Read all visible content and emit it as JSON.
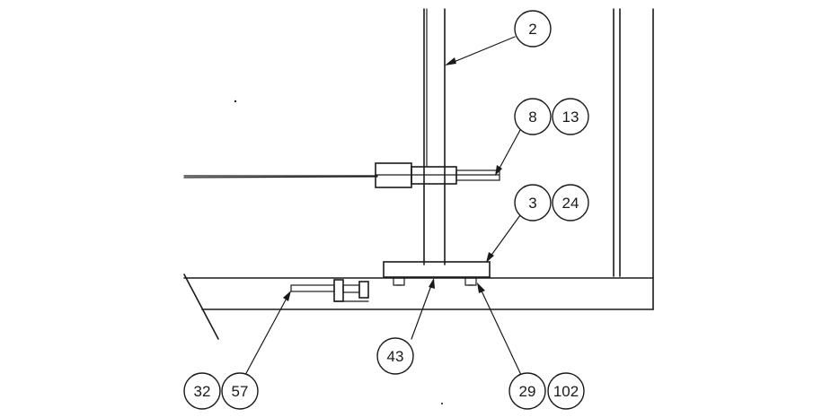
{
  "balloons": {
    "b2": "2",
    "b8": "8",
    "b13": "13",
    "b3": "3",
    "b24": "24",
    "b43": "43",
    "b29": "29",
    "b102": "102",
    "b32": "32",
    "b57": "57"
  },
  "colors": {
    "line": "#1a1a1a",
    "background": "#ffffff"
  }
}
